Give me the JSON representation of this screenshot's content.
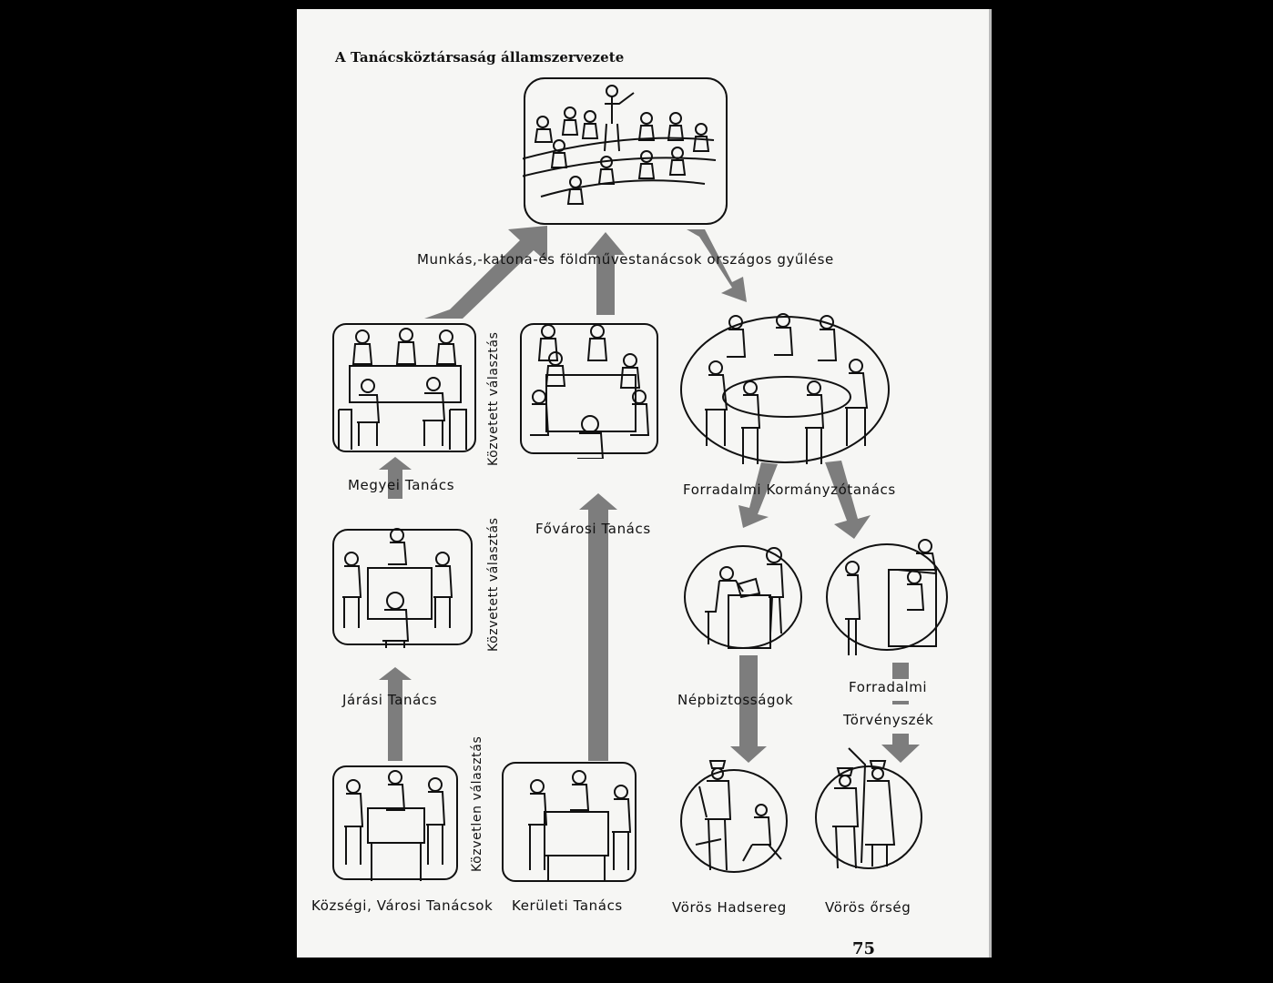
{
  "title": "A Tanácsköztársaság államszervezete",
  "page_number": "75",
  "nodes": {
    "national_assembly": "Munkás,-katona-és földművestanácsok országos gyűlése",
    "county_council": "Megyei Tanács",
    "capital_council": "Fővárosi Tanács",
    "governing_council": "Forradalmi Kormányzótanács",
    "district_council": "Járási Tanács",
    "peoples_commissariats": "Népbiztosságok",
    "revolutionary_courts_line1": "Forradalmi",
    "revolutionary_courts_line2": "Törvényszék",
    "village_town_councils": "Községi, Városi Tanácsok",
    "borough_council": "Kerületi Tanács",
    "red_army": "Vörös Hadsereg",
    "red_guard": "Vörös őrség"
  },
  "edge_labels": {
    "indirect_election_upper": "Közvetett választás",
    "indirect_election_lower": "Közvetett választás",
    "direct_election": "Közvetlen választás"
  },
  "colors": {
    "arrow": "#7d7d7d",
    "ink": "#111111",
    "paper": "#f6f6f4",
    "background": "#000000"
  },
  "icons": [
    "people-around-table-icon",
    "soldier-icon",
    "guard-icon",
    "judge-icon"
  ]
}
